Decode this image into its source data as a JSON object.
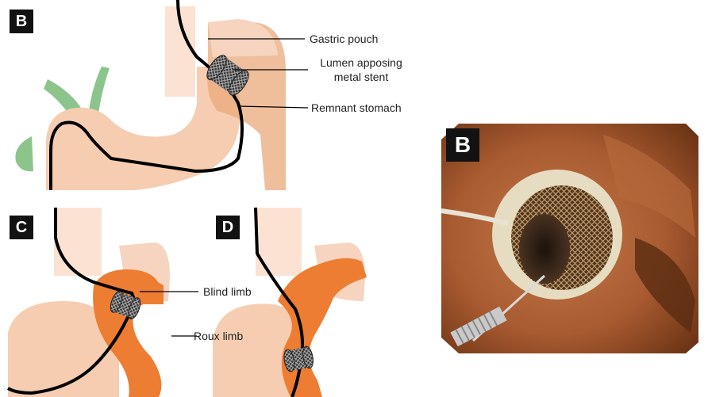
{
  "panels": {
    "b_top": {
      "badge": "B"
    },
    "c": {
      "badge": "C"
    },
    "d": {
      "badge": "D"
    },
    "b_photo": {
      "badge": "B"
    }
  },
  "labels": {
    "gastric_pouch": "Gastric pouch",
    "stent_line1": "Lumen apposing",
    "stent_line2": "metal stent",
    "remnant_stomach": "Remnant stomach",
    "blind_limb": "Blind limb",
    "roux_limb": "Roux limb"
  },
  "colors": {
    "pouch": "#f9dccb",
    "stomach": "#f3c7a8",
    "remnant": "#e9a87a",
    "limb": "#ec7d32",
    "vessel": "#8cc58c",
    "scope": "#000000",
    "badge": "#121212"
  }
}
